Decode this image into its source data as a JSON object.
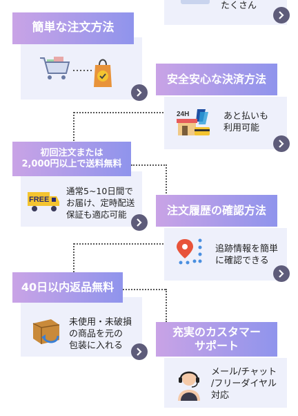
{
  "features": [
    {
      "id": "variety",
      "title": "",
      "desc": "たくさん",
      "icon": "box-icon"
    },
    {
      "id": "order",
      "title": "簡単な注文方法",
      "desc": "",
      "icon": "cart-to-bag-icon"
    },
    {
      "id": "payment",
      "title": "安全安心な決済方法",
      "desc": "あと払いも\n利用可能",
      "icon": "payment-store-icon",
      "icon_text": "24H"
    },
    {
      "id": "shipping",
      "title": "初回注文または\n2,000円以上で送料無料",
      "desc": "通常5~10日間で\nお届け、定時配送\n保証も適応可能",
      "icon": "free-truck-icon",
      "icon_text": "FREE"
    },
    {
      "id": "history",
      "title": "注文履歴の確認方法",
      "desc": "追跡情報を簡単\nに確認できる",
      "icon": "map-pin-icon"
    },
    {
      "id": "returns",
      "title": "40日以内返品無料",
      "desc": "未使用・未破損\nの商品を元の\n包装に入れる",
      "icon": "return-box-icon"
    },
    {
      "id": "support",
      "title": "充実のカスタマー\nサポート",
      "desc": "メール/チャット\n/フリーダイヤル\n対応",
      "icon": "headset-operator-icon"
    }
  ],
  "colors": {
    "title_gradient_start": "#c9a3e6",
    "title_gradient_end": "#8f94ec",
    "card": "#eef0fb",
    "arrow": "#5e5c7a"
  }
}
